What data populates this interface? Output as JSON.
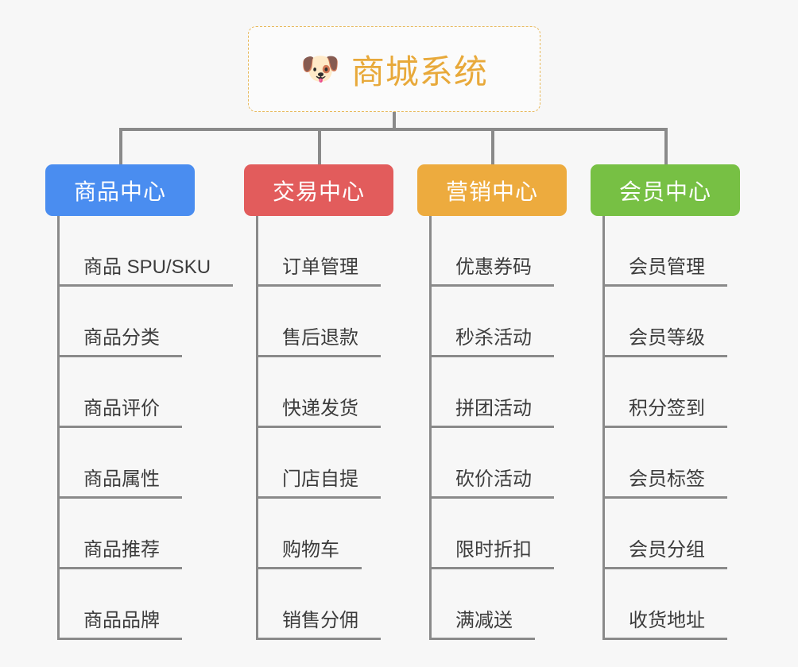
{
  "root": {
    "icon": "dog-face-emoji",
    "emoji": "🐶",
    "title": "商城系统",
    "border_color": "#e8b95c",
    "text_color": "#e8a93a"
  },
  "canvas": {
    "background": "#f7f7f7",
    "connector_color": "#8a8a8a"
  },
  "branches": [
    {
      "label": "商品中心",
      "color": "#4a8df0",
      "items": [
        "商品 SPU/SKU",
        "商品分类",
        "商品评价",
        "商品属性",
        "商品推荐",
        "商品品牌"
      ]
    },
    {
      "label": "交易中心",
      "color": "#e25c5c",
      "items": [
        "订单管理",
        "售后退款",
        "快递发货",
        "门店自提",
        "购物车",
        "销售分佣"
      ]
    },
    {
      "label": "营销中心",
      "color": "#edab3e",
      "items": [
        "优惠券码",
        "秒杀活动",
        "拼团活动",
        "砍价活动",
        "限时折扣",
        "满减送"
      ]
    },
    {
      "label": "会员中心",
      "color": "#77c044",
      "items": [
        "会员管理",
        "会员等级",
        "积分签到",
        "会员标签",
        "会员分组",
        "收货地址"
      ]
    }
  ]
}
